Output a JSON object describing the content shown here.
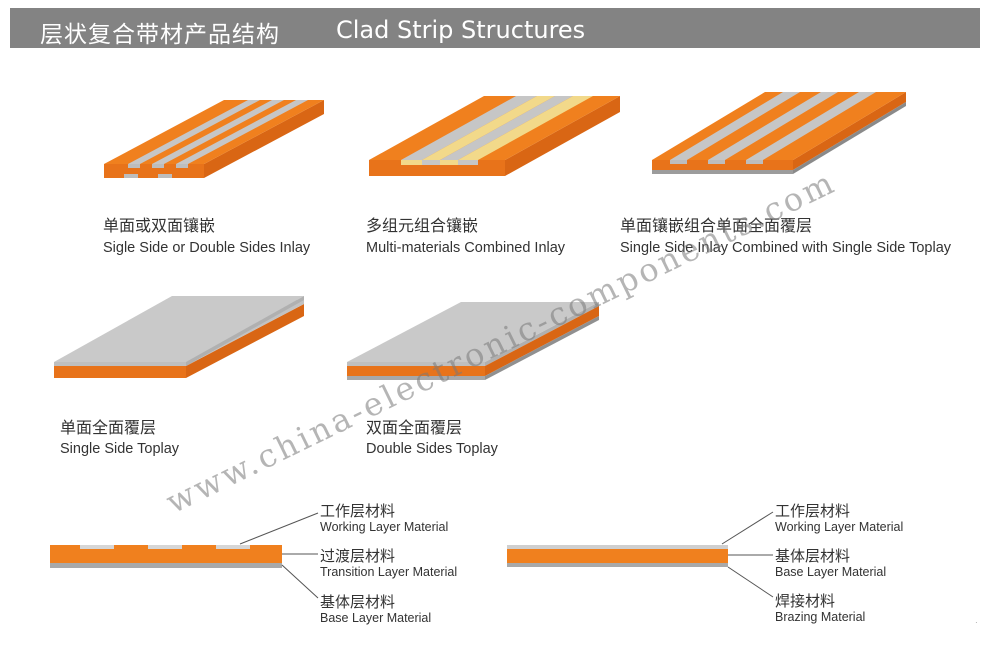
{
  "header": {
    "title_cn": "层状复合带材产品结构",
    "title_en": "Clad Strip Structures"
  },
  "products": [
    {
      "cn": "单面或双面镶嵌",
      "en": "Sigle Side or Double Sides Inlay"
    },
    {
      "cn": "多组元组合镶嵌",
      "en": "Multi-materials Combined Inlay"
    },
    {
      "cn": "单面镶嵌组合单面全面覆层",
      "en": "Single Side Inlay Combined with Single Side Toplay"
    },
    {
      "cn": "单面全面覆层",
      "en": "Single Side Toplay"
    },
    {
      "cn": "双面全面覆层",
      "en": "Double Sides Toplay"
    }
  ],
  "diagram_left": {
    "labels": [
      {
        "cn": "工作层材料",
        "en": "Working Layer Material"
      },
      {
        "cn": "过渡层材料",
        "en": "Transition Layer Material"
      },
      {
        "cn": "基体层材料",
        "en": "Base Layer Material"
      }
    ]
  },
  "diagram_right": {
    "labels": [
      {
        "cn": "工作层材料",
        "en": "Working Layer Material"
      },
      {
        "cn": "基体层材料",
        "en": "Base Layer Material"
      },
      {
        "cn": "焊接材料",
        "en": "Brazing Material"
      }
    ]
  },
  "watermark": "www.china-electronic-components.com",
  "colors": {
    "header_bg": "#838383",
    "orange": "#f0801e",
    "silver": "#c8c8c8",
    "gold": "#f2d98a"
  }
}
